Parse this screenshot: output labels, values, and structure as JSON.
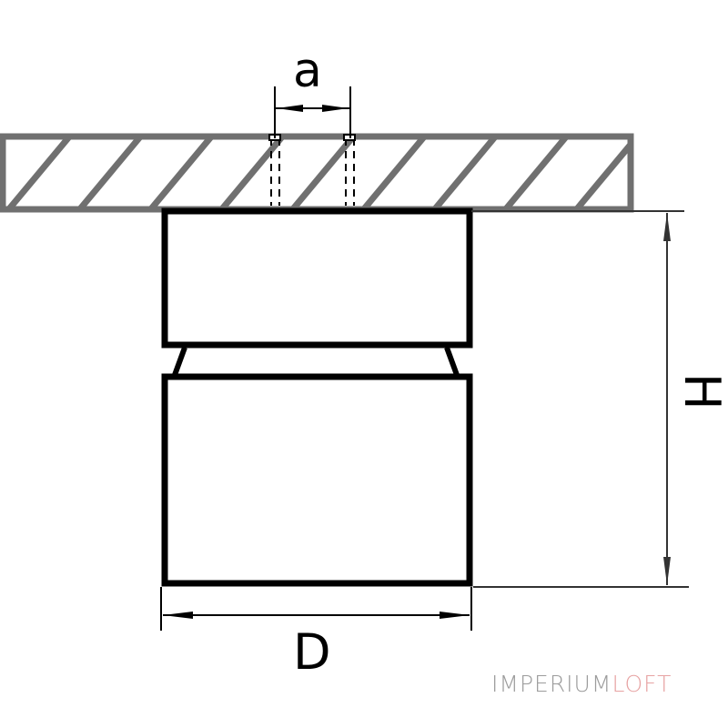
{
  "diagram": {
    "type": "technical-dimension-drawing",
    "subject": "surface-mounted ceiling spotlight",
    "dimensions": {
      "a_label": "a",
      "h_label": "H",
      "d_label": "D"
    },
    "colors": {
      "outline": "#000000",
      "ceiling_hatch": "#707070",
      "dimension_line": "#333333"
    }
  },
  "watermark": {
    "part1": "IMPERIUM",
    "part2": "LOFT",
    "color1": "#9c9c9c",
    "color2": "#e7a3a3"
  }
}
